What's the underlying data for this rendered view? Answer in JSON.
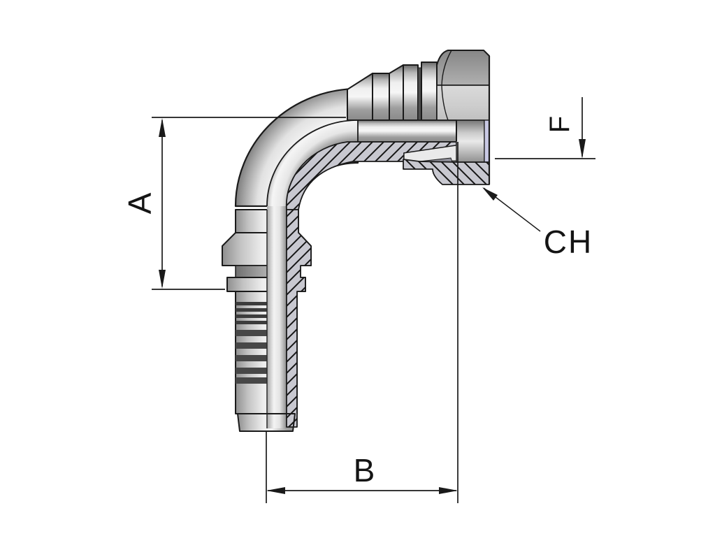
{
  "figure": {
    "labels": {
      "a": "A",
      "b": "B",
      "f": "F",
      "ch": "CH"
    }
  },
  "colors": {
    "background": "#ffffff",
    "outline": "#1a1a1a",
    "dimension_line": "#1a1a1a",
    "metal_highlight": "#f6f6f6",
    "metal_mid": "#c4c4c4",
    "metal_shadow": "#7a7a7a",
    "hatch_background": "#c8c8d0",
    "hatch_line": "#161616",
    "thread_face": "#c9c9e4"
  }
}
